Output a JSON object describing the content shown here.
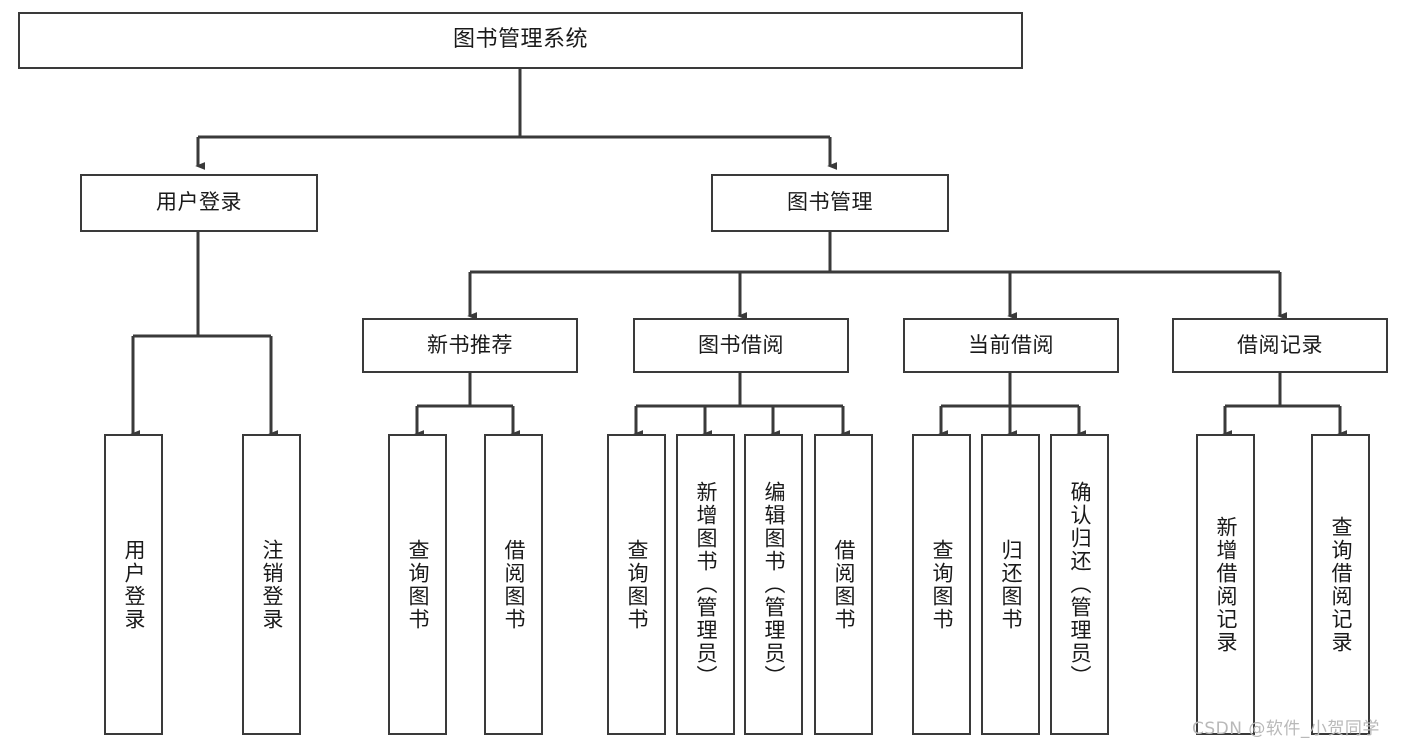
{
  "diagram": {
    "title": "图书管理系统",
    "type": "tree-hierarchy-chart",
    "watermark": "CSDN @软件_小贺同学",
    "colors": {
      "stroke": "#3a3a3a",
      "fill": "#ffffff",
      "text": "#1a1a1a",
      "watermark": "#b9b9b9"
    },
    "levels": {
      "root": {
        "label": "图书管理系统"
      },
      "level1": [
        {
          "label": "用户登录"
        },
        {
          "label": "图书管理"
        }
      ],
      "level2": [
        {
          "label": "新书推荐"
        },
        {
          "label": "图书借阅"
        },
        {
          "label": "当前借阅"
        },
        {
          "label": "借阅记录"
        }
      ],
      "leaves": {
        "user_login": [
          {
            "label": "用户登录"
          },
          {
            "label": "注销登录"
          }
        ],
        "new_book_recommend": [
          {
            "label": "查询图书"
          },
          {
            "label": "借阅图书"
          }
        ],
        "book_borrow": [
          {
            "label": "查询图书"
          },
          {
            "label": "新增图书（管理员）"
          },
          {
            "label": "编辑图书（管理员）"
          },
          {
            "label": "借阅图书"
          }
        ],
        "current_borrow": [
          {
            "label": "查询图书"
          },
          {
            "label": "归还图书"
          },
          {
            "label": "确认归还（管理员）"
          }
        ],
        "borrow_records": [
          {
            "label": "新增借阅记录"
          },
          {
            "label": "查询借阅记录"
          }
        ]
      }
    }
  }
}
